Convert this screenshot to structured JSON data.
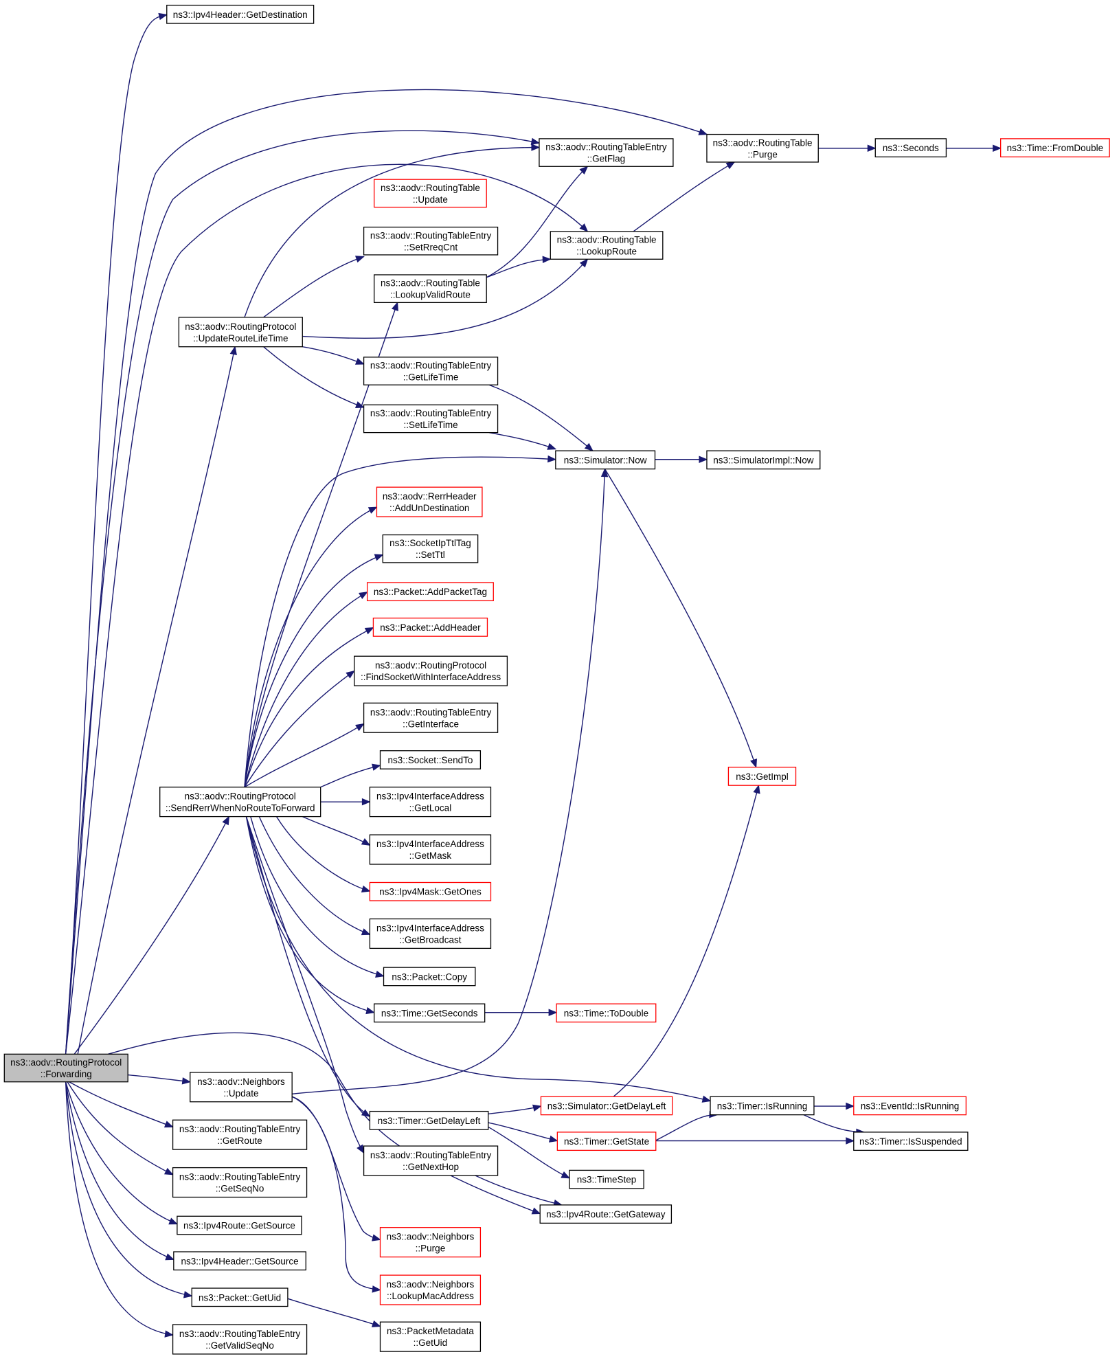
{
  "diagram": {
    "type": "call-graph",
    "colors": {
      "edge": "#191970",
      "border_normal": "#000000",
      "border_truncated": "#ff0000",
      "root_fill": "#bfbfbf"
    },
    "nodes": [
      {
        "id": "forwarding",
        "lines": [
          "ns3::aodv::RoutingProtocol",
          "::Forwarding"
        ],
        "style": "root"
      },
      {
        "id": "ipv4header-getdestination",
        "lines": [
          "ns3::Ipv4Header::GetDestination"
        ],
        "style": "normal"
      },
      {
        "id": "rtentry-getflag",
        "lines": [
          "ns3::aodv::RoutingTableEntry",
          "::GetFlag"
        ],
        "style": "normal"
      },
      {
        "id": "rtable-purge",
        "lines": [
          "ns3::aodv::RoutingTable",
          "::Purge"
        ],
        "style": "normal"
      },
      {
        "id": "seconds",
        "lines": [
          "ns3::Seconds"
        ],
        "style": "normal"
      },
      {
        "id": "time-fromdouble",
        "lines": [
          "ns3::Time::FromDouble"
        ],
        "style": "red"
      },
      {
        "id": "rtable-update",
        "lines": [
          "ns3::aodv::RoutingTable",
          "::Update"
        ],
        "style": "red"
      },
      {
        "id": "rtentry-setrreqcnt",
        "lines": [
          "ns3::aodv::RoutingTableEntry",
          "::SetRreqCnt"
        ],
        "style": "normal"
      },
      {
        "id": "rtable-lookuproute",
        "lines": [
          "ns3::aodv::RoutingTable",
          "::LookupRoute"
        ],
        "style": "normal"
      },
      {
        "id": "rtable-lookupvalidroute",
        "lines": [
          "ns3::aodv::RoutingTable",
          "::LookupValidRoute"
        ],
        "style": "normal"
      },
      {
        "id": "updateroutelifetime",
        "lines": [
          "ns3::aodv::RoutingProtocol",
          "::UpdateRouteLifeTime"
        ],
        "style": "normal"
      },
      {
        "id": "rtentry-getlifetime",
        "lines": [
          "ns3::aodv::RoutingTableEntry",
          "::GetLifeTime"
        ],
        "style": "normal"
      },
      {
        "id": "rtentry-setlifetime",
        "lines": [
          "ns3::aodv::RoutingTableEntry",
          "::SetLifeTime"
        ],
        "style": "normal"
      },
      {
        "id": "simulator-now",
        "lines": [
          "ns3::Simulator::Now"
        ],
        "style": "normal"
      },
      {
        "id": "simulatorimpl-now",
        "lines": [
          "ns3::SimulatorImpl::Now"
        ],
        "style": "normal"
      },
      {
        "id": "rerrheader-addundestination",
        "lines": [
          "ns3::aodv::RerrHeader",
          "::AddUnDestination"
        ],
        "style": "red"
      },
      {
        "id": "socketipttltag-setttl",
        "lines": [
          "ns3::SocketIpTtlTag",
          "::SetTtl"
        ],
        "style": "normal"
      },
      {
        "id": "packet-addpackettag",
        "lines": [
          "ns3::Packet::AddPacketTag"
        ],
        "style": "red"
      },
      {
        "id": "packet-addheader",
        "lines": [
          "ns3::Packet::AddHeader"
        ],
        "style": "red"
      },
      {
        "id": "findsocketwithinterfaceaddress",
        "lines": [
          "ns3::aodv::RoutingProtocol",
          "::FindSocketWithInterfaceAddress"
        ],
        "style": "normal"
      },
      {
        "id": "rtentry-getinterface",
        "lines": [
          "ns3::aodv::RoutingTableEntry",
          "::GetInterface"
        ],
        "style": "normal"
      },
      {
        "id": "socket-sendto",
        "lines": [
          "ns3::Socket::SendTo"
        ],
        "style": "normal"
      },
      {
        "id": "getimpl",
        "lines": [
          "ns3::GetImpl"
        ],
        "style": "red"
      },
      {
        "id": "sendrerrwhennoroutetoforward",
        "lines": [
          "ns3::aodv::RoutingProtocol",
          "::SendRerrWhenNoRouteToForward"
        ],
        "style": "normal"
      },
      {
        "id": "ipv4ifaddr-getlocal",
        "lines": [
          "ns3::Ipv4InterfaceAddress",
          "::GetLocal"
        ],
        "style": "normal"
      },
      {
        "id": "ipv4ifaddr-getmask",
        "lines": [
          "ns3::Ipv4InterfaceAddress",
          "::GetMask"
        ],
        "style": "normal"
      },
      {
        "id": "ipv4mask-getones",
        "lines": [
          "ns3::Ipv4Mask::GetOnes"
        ],
        "style": "red"
      },
      {
        "id": "ipv4ifaddr-getbroadcast",
        "lines": [
          "ns3::Ipv4InterfaceAddress",
          "::GetBroadcast"
        ],
        "style": "normal"
      },
      {
        "id": "packet-copy",
        "lines": [
          "ns3::Packet::Copy"
        ],
        "style": "normal"
      },
      {
        "id": "time-getseconds",
        "lines": [
          "ns3::Time::GetSeconds"
        ],
        "style": "normal"
      },
      {
        "id": "time-todouble",
        "lines": [
          "ns3::Time::ToDouble"
        ],
        "style": "red"
      },
      {
        "id": "neighbors-update",
        "lines": [
          "ns3::aodv::Neighbors",
          "::Update"
        ],
        "style": "normal"
      },
      {
        "id": "simulator-getdelayleft",
        "lines": [
          "ns3::Simulator::GetDelayLeft"
        ],
        "style": "red"
      },
      {
        "id": "timer-isrunning",
        "lines": [
          "ns3::Timer::IsRunning"
        ],
        "style": "normal"
      },
      {
        "id": "eventid-isrunning",
        "lines": [
          "ns3::EventId::IsRunning"
        ],
        "style": "red"
      },
      {
        "id": "timer-getdelayleft",
        "lines": [
          "ns3::Timer::GetDelayLeft"
        ],
        "style": "normal"
      },
      {
        "id": "timer-getstate",
        "lines": [
          "ns3::Timer::GetState"
        ],
        "style": "red"
      },
      {
        "id": "timer-issuspended",
        "lines": [
          "ns3::Timer::IsSuspended"
        ],
        "style": "normal"
      },
      {
        "id": "rtentry-getroute",
        "lines": [
          "ns3::aodv::RoutingTableEntry",
          "::GetRoute"
        ],
        "style": "normal"
      },
      {
        "id": "rtentry-getnexthop",
        "lines": [
          "ns3::aodv::RoutingTableEntry",
          "::GetNextHop"
        ],
        "style": "normal"
      },
      {
        "id": "timestep",
        "lines": [
          "ns3::TimeStep"
        ],
        "style": "normal"
      },
      {
        "id": "ipv4route-getgateway",
        "lines": [
          "ns3::Ipv4Route::GetGateway"
        ],
        "style": "normal"
      },
      {
        "id": "rtentry-getseqno",
        "lines": [
          "ns3::aodv::RoutingTableEntry",
          "::GetSeqNo"
        ],
        "style": "normal"
      },
      {
        "id": "ipv4route-getsource",
        "lines": [
          "ns3::Ipv4Route::GetSource"
        ],
        "style": "normal"
      },
      {
        "id": "neighbors-purge",
        "lines": [
          "ns3::aodv::Neighbors",
          "::Purge"
        ],
        "style": "red"
      },
      {
        "id": "ipv4header-getsource",
        "lines": [
          "ns3::Ipv4Header::GetSource"
        ],
        "style": "normal"
      },
      {
        "id": "neighbors-lookupmacaddress",
        "lines": [
          "ns3::aodv::Neighbors",
          "::LookupMacAddress"
        ],
        "style": "red"
      },
      {
        "id": "packet-getuid",
        "lines": [
          "ns3::Packet::GetUid"
        ],
        "style": "normal"
      },
      {
        "id": "rtentry-getvalidseqno",
        "lines": [
          "ns3::aodv::RoutingTableEntry",
          "::GetValidSeqNo"
        ],
        "style": "normal"
      },
      {
        "id": "packetmetadata-getuid",
        "lines": [
          "ns3::PacketMetadata",
          "::GetUid"
        ],
        "style": "normal"
      }
    ]
  }
}
